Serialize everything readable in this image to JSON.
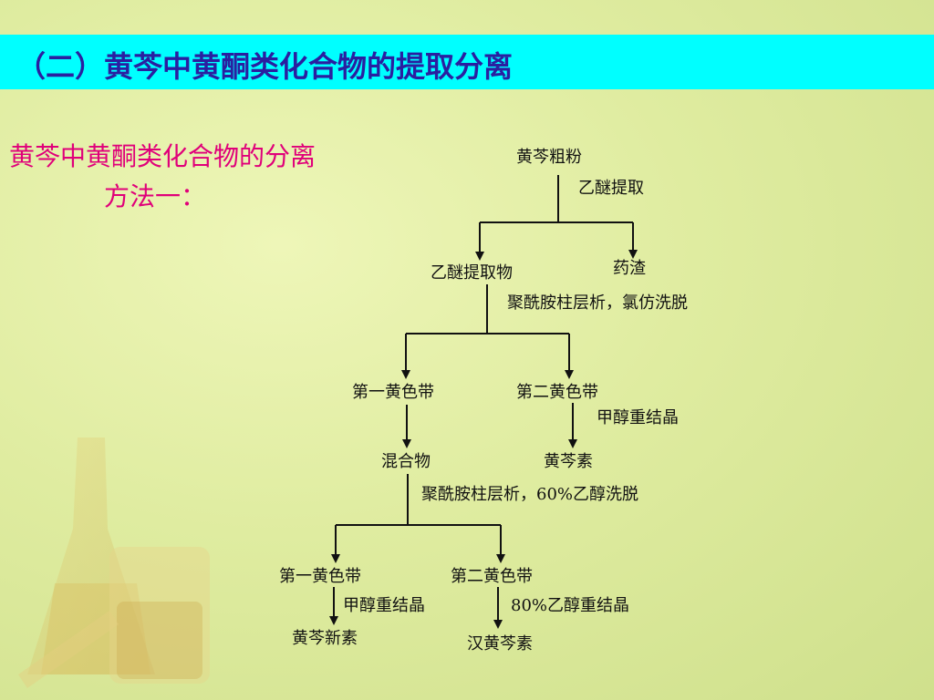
{
  "header": {
    "title": "（二）黄芩中黄酮类化合物的提取分离"
  },
  "subtitle": {
    "line1": "黄芩中黄酮类化合物的分离",
    "line2": "方法一："
  },
  "flowchart": {
    "n1": "黄芩粗粉",
    "s1": "乙醚提取",
    "n2": "乙醚提取物",
    "n3": "药渣",
    "s2": "聚酰胺柱层析，氯仿洗脱",
    "n4": "第一黄色带",
    "n5": "第二黄色带",
    "s3": "甲醇重结晶",
    "n6": "黄芩素",
    "n7": "混合物",
    "s4": "聚酰胺柱层析，60%乙醇洗脱",
    "n8": "第一黄色带",
    "n9": "第二黄色带",
    "s5": "甲醇重结晶",
    "s6": "80%乙醇重结晶",
    "n10": "黄芩新素",
    "n11": "汉黄芩素"
  }
}
